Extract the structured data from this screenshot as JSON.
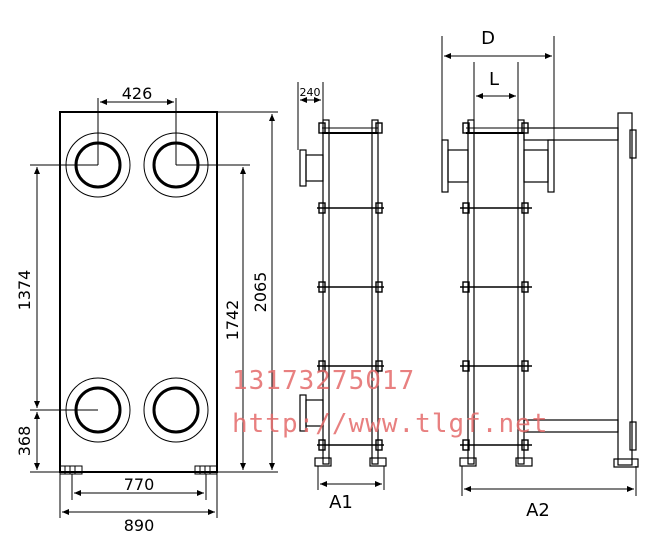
{
  "front_view": {
    "dims": {
      "port_spacing": "426",
      "vertical_inner": "1374",
      "vertical_mid": "1742",
      "overall_height": "2065",
      "bottom_offset": "368",
      "frame_inner": "770",
      "overall_width": "890"
    }
  },
  "side_view_a1": {
    "label": "A1",
    "flange_width": "240"
  },
  "side_view_a2": {
    "label": "A2",
    "overall_depth": "D",
    "plate_pack": "L"
  },
  "watermark": {
    "phone": "13173275017",
    "url": "http://www.tlgf.net"
  },
  "colors": {
    "line": "#000000",
    "watermark": "#e46b6b",
    "background": "#ffffff"
  }
}
